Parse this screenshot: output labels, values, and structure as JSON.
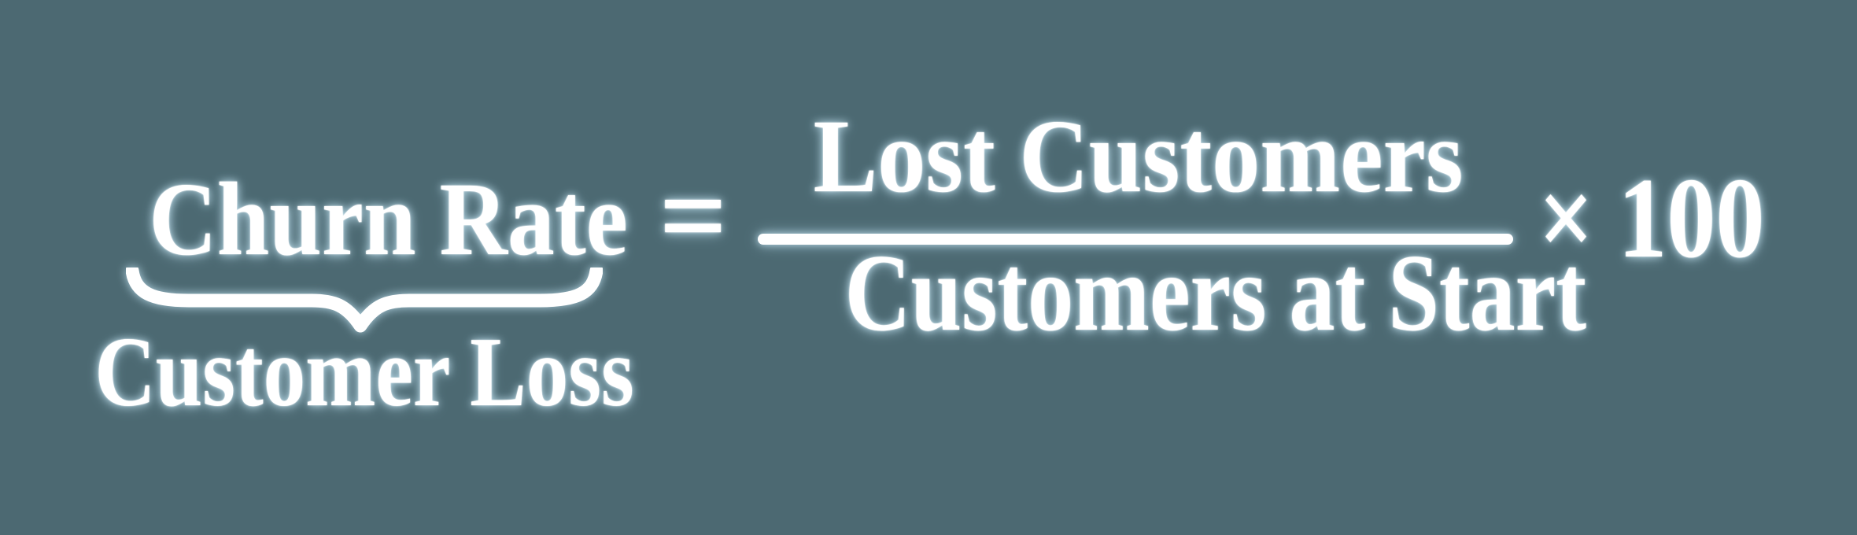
{
  "formula": {
    "result_label": "Churn Rate",
    "annotation_label": "Customer Loss",
    "equals_sign": "=",
    "numerator": "Lost Customers",
    "denominator": "Customers at Start",
    "times_symbol": "×",
    "multiplier": "100"
  },
  "icons": {
    "underbrace": "underbrace-icon"
  },
  "colors": {
    "background": "#4c6972",
    "text": "#ffffff",
    "glow": "#c7e9f8"
  }
}
